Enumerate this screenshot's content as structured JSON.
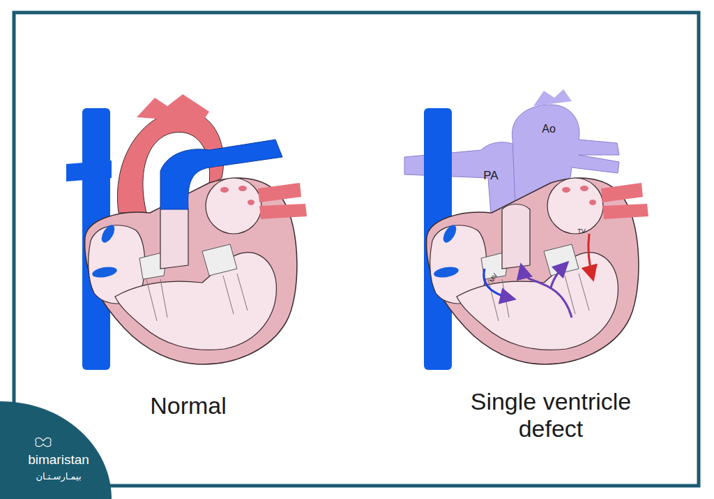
{
  "diagram": {
    "labels": [
      "Normal",
      "Single ventricle defect",
      "Ao",
      "PA",
      "TV",
      "MV",
      "bimaristan",
      "بيمـارسـتـان"
    ]
  }
}
